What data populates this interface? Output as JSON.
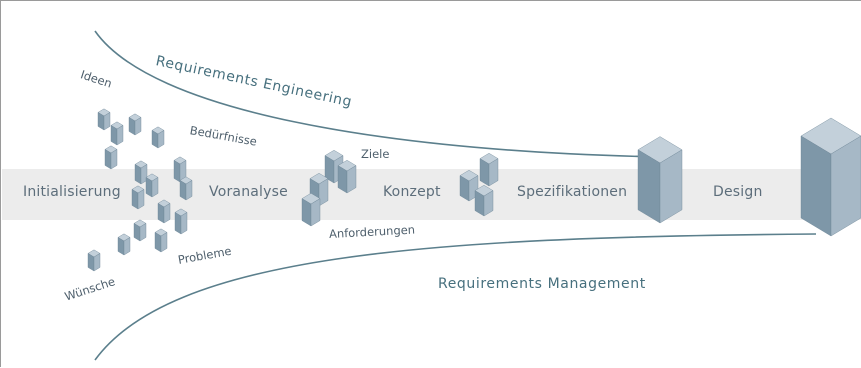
{
  "phases": {
    "initialisierung": "Initialisierung",
    "voranalyse": "Voranalyse",
    "konzept": "Konzept",
    "spezifikationen": "Spezifikationen",
    "design": "Design"
  },
  "arcs": {
    "upper": "Requirements Engineering",
    "lower": "Requirements Management"
  },
  "tags": {
    "ideen": "Ideen",
    "beduerfnisse": "Bedürfnisse",
    "probleme": "Probleme",
    "wuensche": "Wünsche",
    "ziele": "Ziele",
    "anforderungen": "Anforderungen"
  },
  "colors": {
    "band": "#ececec",
    "curve": "#5b7f8c",
    "cube_top": "#c3d0da",
    "cube_left": "#7e97a8",
    "cube_right": "#a6b8c6",
    "text": "#5d6e7b"
  }
}
